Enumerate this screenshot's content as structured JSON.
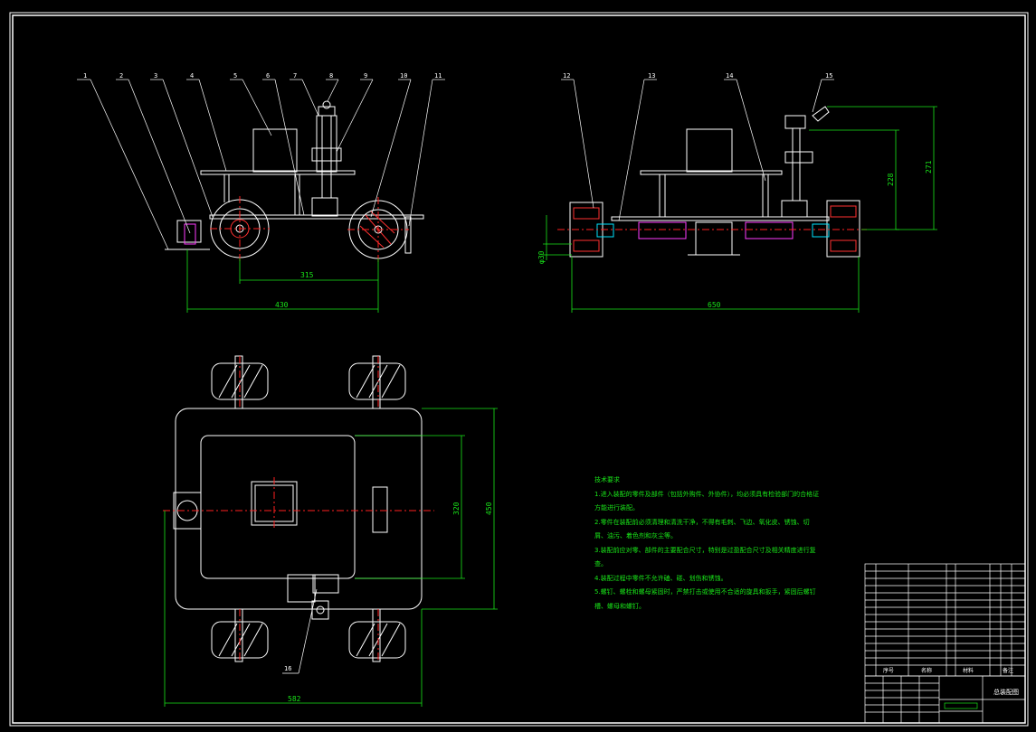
{
  "colors": {
    "background": "#000000",
    "geometry": "#ffffff",
    "dimension": "#19e619",
    "centerline": "#ff2020",
    "hidden": "#ff3cff",
    "section": "#00e5ff"
  },
  "part_labels": [
    "1",
    "2",
    "3",
    "4",
    "5",
    "6",
    "7",
    "8",
    "9",
    "10",
    "11",
    "12",
    "13",
    "14",
    "15",
    "16"
  ],
  "dimensions": {
    "front_wheelbase": "315",
    "front_overall": "430",
    "side_width": "650",
    "side_height_a": "228",
    "side_height_b": "271",
    "side_wheel_dia": "φ30",
    "plan_width_inner": "320",
    "plan_width_outer": "450",
    "plan_length": "582"
  },
  "notes": {
    "heading": "技术要求",
    "items": [
      "1.进入装配的零件及部件（包括外购件、外协件），均必须具有检验部门的合格证方能进行装配。",
      "2.零件在装配前必须清理和清洗干净，不得有毛刺、飞边、氧化皮、锈蚀、切屑、油污、着色剂和灰尘等。",
      "3.装配前应对零、部件的主要配合尺寸，特别是过盈配合尺寸及相关精度进行复查。",
      "4.装配过程中零件不允许磕、碰、划伤和锈蚀。",
      "5.螺钉、螺栓和螺母紧固时，严禁打击或使用不合适的旋具和扳手，紧固后螺钉槽、螺母和螺钉。"
    ]
  },
  "title_block": {
    "header": [
      "序号",
      "名称",
      "材料",
      "备注"
    ],
    "drawing_name": "总装配图"
  }
}
